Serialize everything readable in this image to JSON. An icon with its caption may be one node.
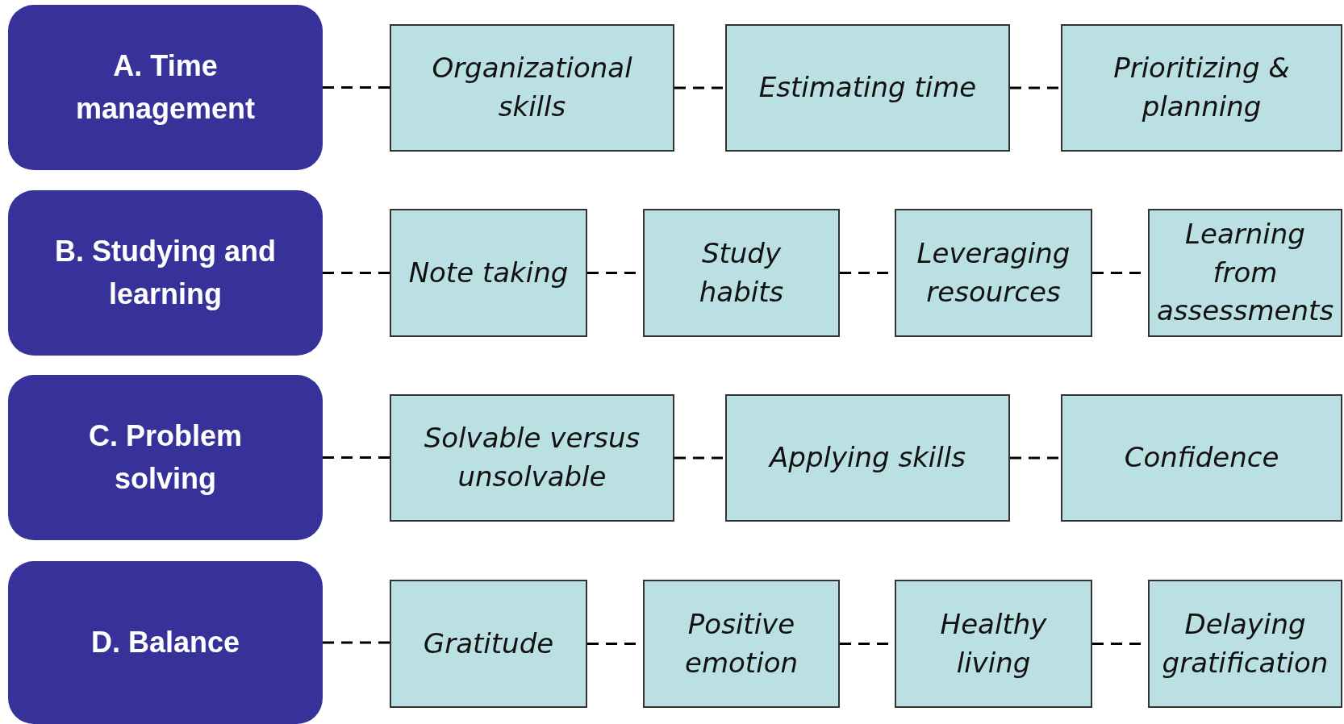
{
  "diagram": {
    "nodes": [
      {
        "text": [
          "A. Time management"
        ]
      },
      {
        "text": [
          "Organizational skills"
        ]
      },
      {
        "text": [
          "Estimating time"
        ]
      },
      {
        "text": [
          "Prioritizing & planning"
        ]
      },
      {
        "text": [
          "B. Studying and learning"
        ]
      },
      {
        "text": [
          "Note taking"
        ]
      },
      {
        "text": [
          "Study habits"
        ]
      },
      {
        "text": [
          "Leveraging resources"
        ]
      },
      {
        "text": [
          "Learning from assessments"
        ]
      },
      {
        "text": [
          "C. Problem solving"
        ]
      },
      {
        "text": [
          "Solvable versus unsolvable"
        ]
      },
      {
        "text": [
          "Applying skills"
        ]
      },
      {
        "text": [
          "Confidence"
        ]
      },
      {
        "text": [
          "D. Balance"
        ]
      },
      {
        "text": [
          "Gratitude"
        ]
      },
      {
        "text": [
          "Positive emotion"
        ]
      },
      {
        "text": [
          "Healthy living"
        ]
      },
      {
        "text": [
          "Delaying gratification"
        ]
      }
    ],
    "edges": [
      {
        "from": 0,
        "to": 1,
        "arrow": "none",
        "style": "dashed"
      },
      {
        "from": 1,
        "to": 2,
        "arrow": "none",
        "style": "dashed"
      },
      {
        "from": 2,
        "to": 3,
        "arrow": "none",
        "style": "dashed"
      },
      {
        "from": 4,
        "to": 5,
        "arrow": "none",
        "style": "dashed"
      },
      {
        "from": 5,
        "to": 6,
        "arrow": "none",
        "style": "dashed"
      },
      {
        "from": 6,
        "to": 7,
        "arrow": "none",
        "style": "dashed"
      },
      {
        "from": 7,
        "to": 8,
        "arrow": "none",
        "style": "dashed"
      },
      {
        "from": 9,
        "to": 10,
        "arrow": "none",
        "style": "dashed"
      },
      {
        "from": 10,
        "to": 11,
        "arrow": "none",
        "style": "dashed"
      },
      {
        "from": 11,
        "to": 12,
        "arrow": "none",
        "style": "dashed"
      },
      {
        "from": 13,
        "to": 14,
        "arrow": "none",
        "style": "dashed"
      },
      {
        "from": 14,
        "to": 15,
        "arrow": "none",
        "style": "dashed"
      },
      {
        "from": 15,
        "to": 16,
        "arrow": "none",
        "style": "dashed"
      },
      {
        "from": 16,
        "to": 17,
        "arrow": "none",
        "style": "dashed"
      }
    ]
  }
}
